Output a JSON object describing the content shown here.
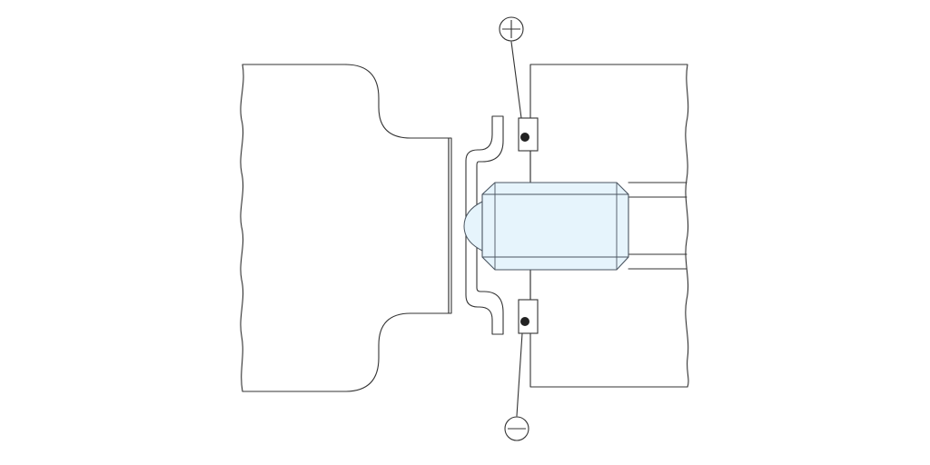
{
  "diagram": {
    "colors": {
      "line": "#333333",
      "fill": "#e6f4fc",
      "fill_stroke": "#4a5560",
      "terminal_dot": "#222222",
      "background": "#ffffff"
    },
    "symbols": {
      "positive": "plus-in-circle",
      "negative": "minus-in-circle"
    },
    "components": [
      "left-body",
      "separator-plate",
      "bent-clip",
      "right-housing",
      "cylindrical-insert",
      "domed-tip",
      "top-terminal",
      "bottom-terminal"
    ]
  }
}
